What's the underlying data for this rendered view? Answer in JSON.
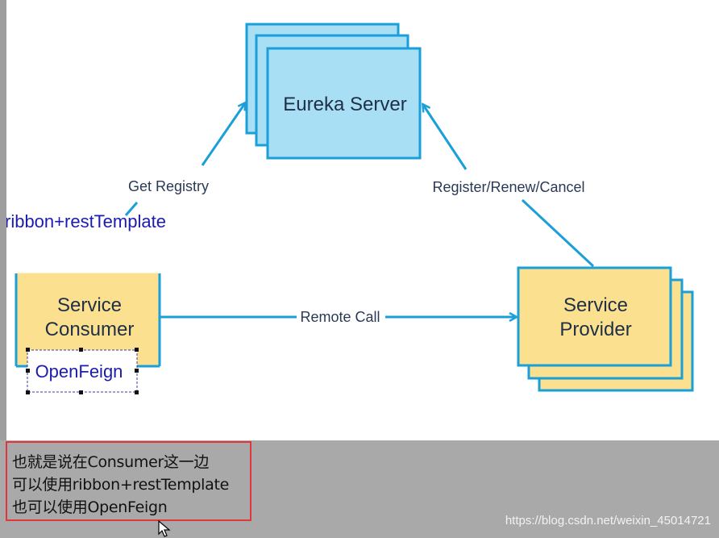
{
  "diagram": {
    "eureka_server": "Eureka Server",
    "service_consumer": [
      "Service",
      "Consumer"
    ],
    "service_provider": [
      "Service",
      "Provider"
    ],
    "get_registry": "Get Registry",
    "register_renew_cancel": "Register/Renew/Cancel",
    "remote_call": "Remote Call",
    "ribbon_rest_template": "ribbon+restTemplate",
    "openfeign": "OpenFeign",
    "colors": {
      "eureka_fill": "#a8dff5",
      "service_fill": "#fbe08f",
      "box_stroke": "#1a9fd8",
      "arrow": "#1a9fd8"
    }
  },
  "note": {
    "lines": [
      "也就是说在Consumer这一边",
      "可以使用ribbon+restTemplate",
      "也可以使用OpenFeign"
    ],
    "border_color": "#e0383a"
  },
  "watermark": "https://blog.csdn.net/weixin_45014721"
}
